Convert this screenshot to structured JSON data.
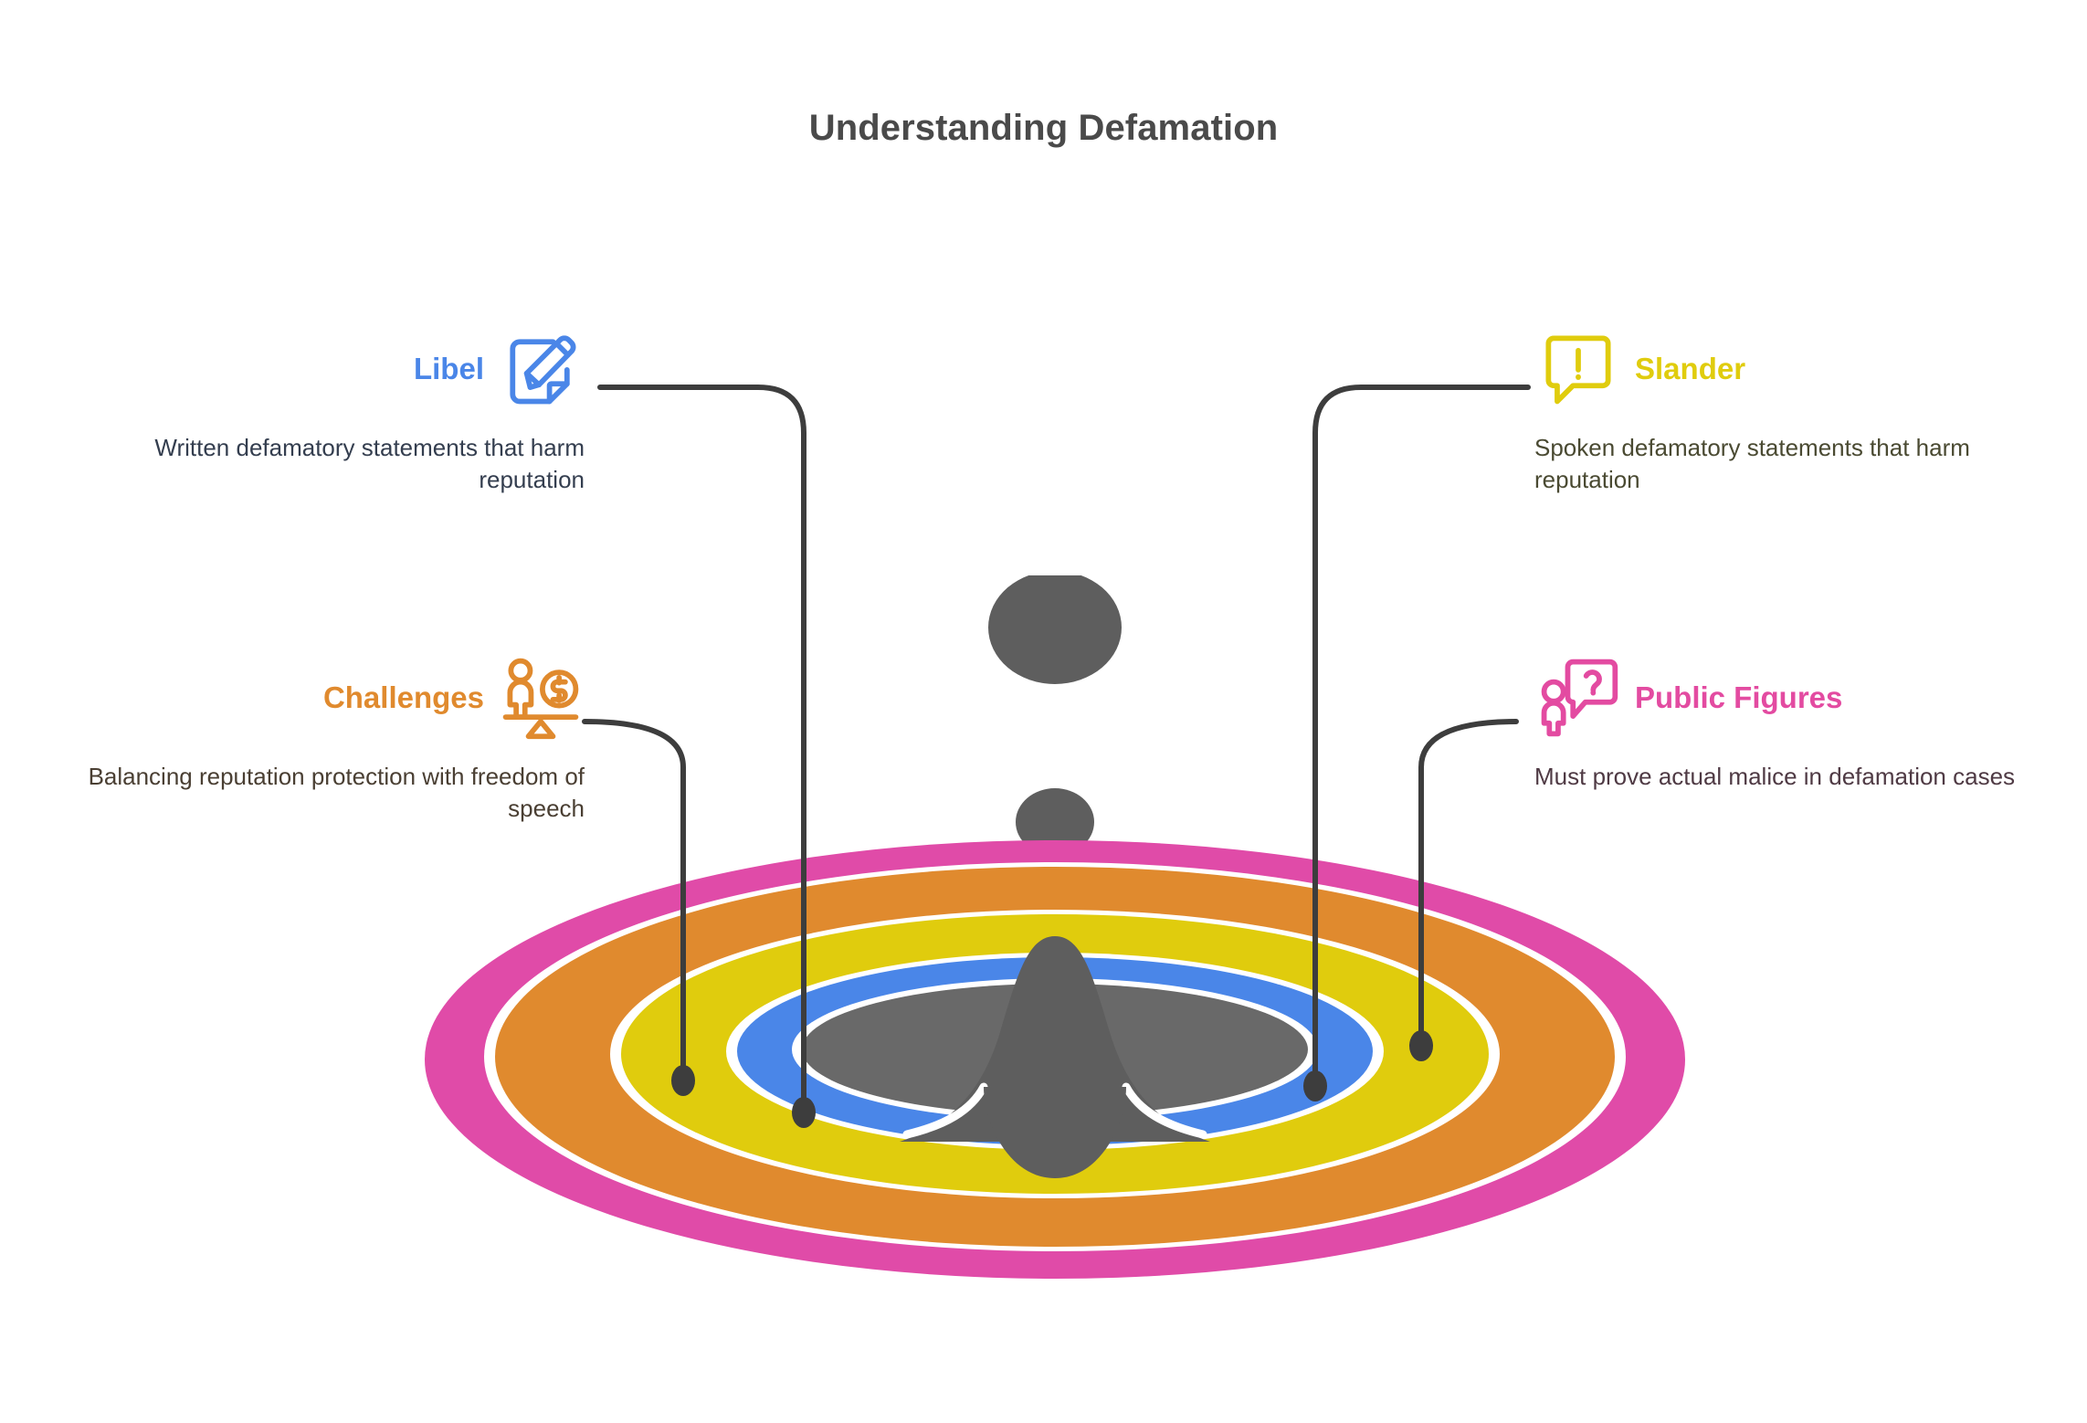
{
  "page": {
    "title": "Understanding Defamation",
    "background": "#ffffff",
    "title_color": "#4a4a4a"
  },
  "topics": [
    {
      "id": "libel",
      "title": "Libel",
      "description": "Written defamatory statements that harm reputation",
      "color": "#4a86e8",
      "text_color": "#343e4f",
      "icon": "document-pencil-icon",
      "side": "left",
      "row": "top"
    },
    {
      "id": "challenges",
      "title": "Challenges",
      "description": "Balancing reputation protection with freedom of speech",
      "color": "#e08a2e",
      "text_color": "#4a3f33",
      "icon": "balance-scale-icon",
      "side": "left",
      "row": "bottom"
    },
    {
      "id": "slander",
      "title": "Slander",
      "description": "Spoken defamatory statements that harm reputation",
      "color": "#e0cc0d",
      "text_color": "#4a4a32",
      "icon": "speech-bubble-exclamation-icon",
      "side": "right",
      "row": "top"
    },
    {
      "id": "public-figures",
      "title": "Public Figures",
      "description": "Must prove actual malice in defamation cases",
      "color": "#e34ba1",
      "text_color": "#4f3a44",
      "icon": "person-question-bubble-icon",
      "side": "right",
      "row": "bottom"
    }
  ],
  "artwork": {
    "name": "ripple-rings-water-drop",
    "rings": [
      {
        "name": "outer-ring-pink",
        "color": "#e04ba8"
      },
      {
        "name": "ring-orange",
        "color": "#e08a2e"
      },
      {
        "name": "ring-yellow",
        "color": "#e0cc0d"
      },
      {
        "name": "ring-blue",
        "color": "#4a86e8"
      },
      {
        "name": "center-pool-gray",
        "color": "#696969"
      }
    ],
    "droplets": [
      {
        "name": "droplet-large",
        "color": "#5e5e5e"
      },
      {
        "name": "droplet-small",
        "color": "#5e5e5e"
      }
    ],
    "splash_color": "#5e5e5e",
    "separator_color": "#ffffff",
    "connector_color": "#3d3d3d"
  }
}
